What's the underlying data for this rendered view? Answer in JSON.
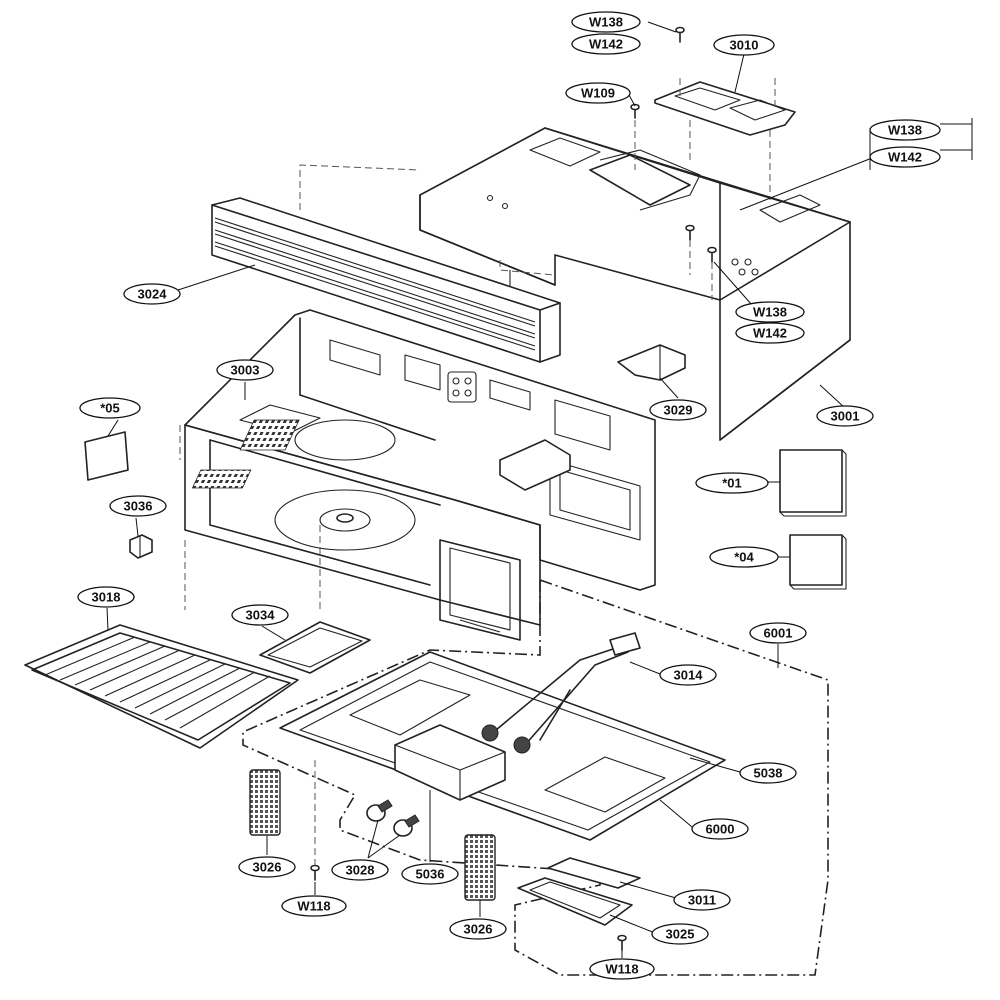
{
  "diagram": {
    "colors": {
      "line": "#222222",
      "background": "#ffffff"
    },
    "callouts": {
      "c3010": "3010",
      "c3024": "3024",
      "c3003": "3003",
      "c3029": "3029",
      "c3001": "3001",
      "c05": "*05",
      "c01": "*01",
      "c04": "*04",
      "c3036": "3036",
      "c3018": "3018",
      "c3034": "3034",
      "c6001": "6001",
      "c3014": "3014",
      "c5038": "5038",
      "c6000": "6000",
      "c3026a": "3026",
      "c3028": "3028",
      "c5036": "5036",
      "c3026b": "3026",
      "c3011": "3011",
      "c3025": "3025",
      "cW118a": "W118",
      "cW118b": "W118",
      "cW109": "W109",
      "cW138a": "W138",
      "cW142a": "W142",
      "cW138b": "W138",
      "cW142b": "W142",
      "cW138c": "W138",
      "cW142c": "W142"
    }
  }
}
